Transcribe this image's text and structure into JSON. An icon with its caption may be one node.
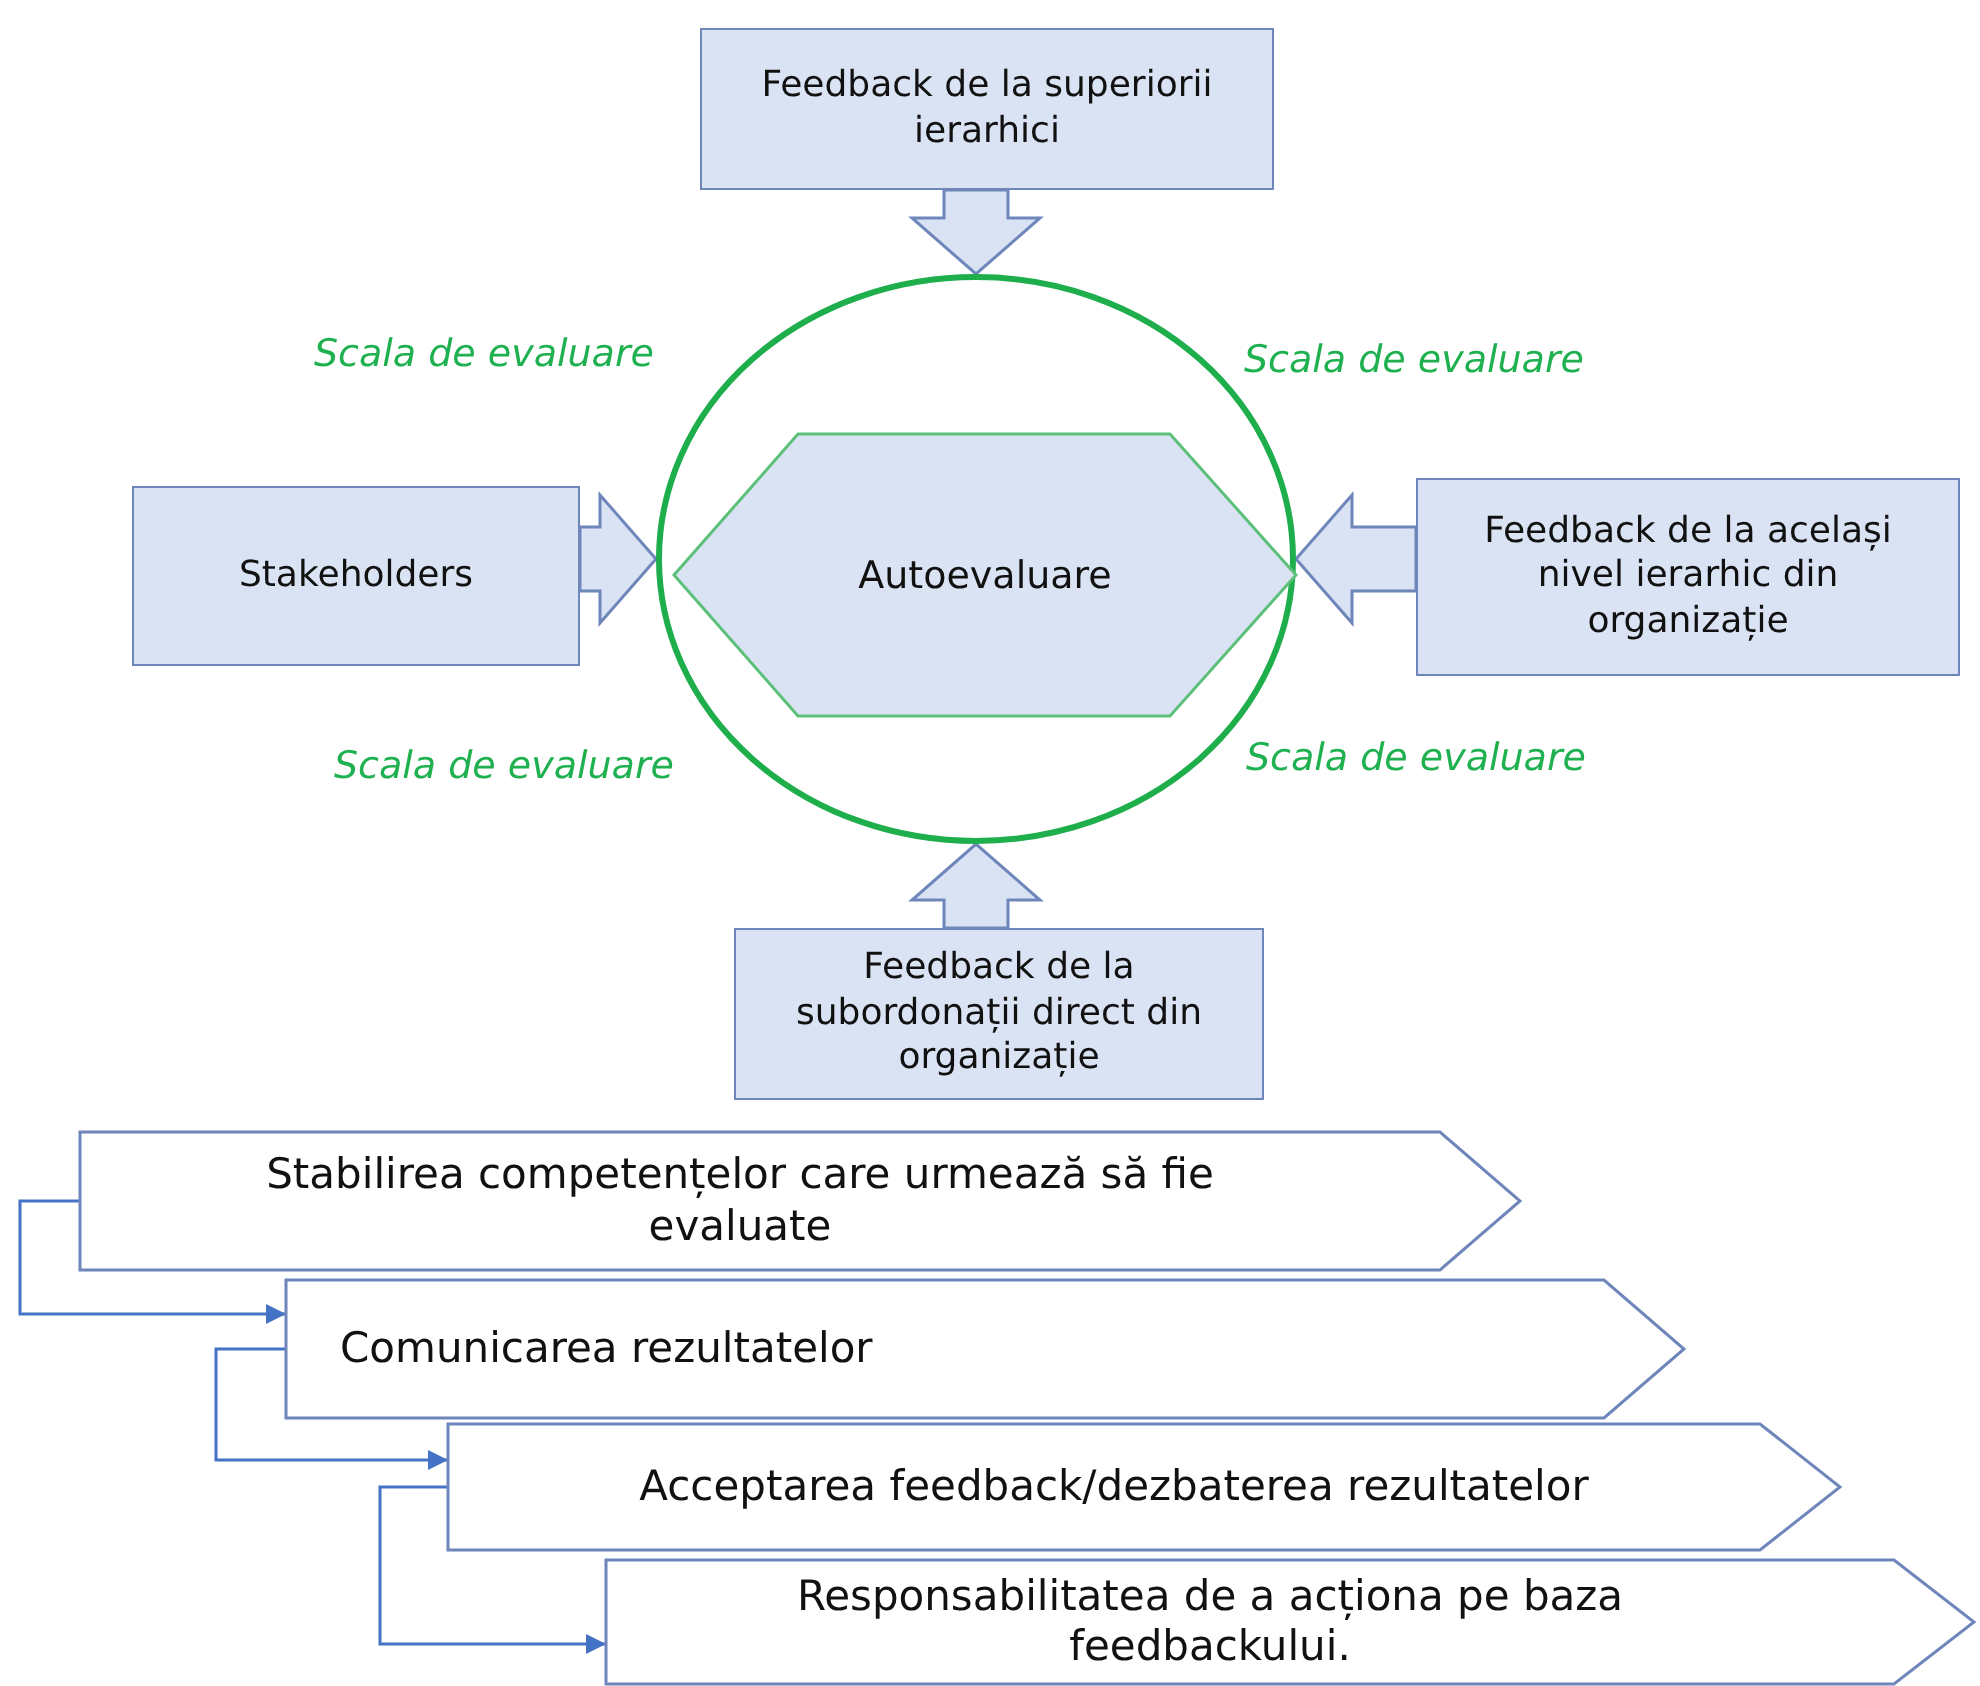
{
  "diagram": {
    "nodes": [
      {
        "text": [
          "Feedback de la superiorii ierarhici"
        ]
      },
      {
        "text": [
          "Stakeholders"
        ]
      },
      {
        "text": [],
        "shape": "circle"
      },
      {
        "text": [
          "Autoevaluare"
        ],
        "in": 2
      },
      {
        "text": [
          "Feedback de la același nivel ierarhic din organizație"
        ]
      },
      {
        "text": [
          "Feedback de la subordonații direct din organizație"
        ]
      },
      {
        "text": [
          "Stabilirea competențelor care urmează să fie evaluate"
        ]
      },
      {
        "text": [
          "Comunicarea rezultatelor"
        ]
      },
      {
        "text": [
          "Acceptarea feedback/dezbaterea rezultatelor"
        ]
      },
      {
        "text": [
          "Responsabilitatea de a acționa pe baza feedbackului."
        ]
      }
    ],
    "edges": [
      {
        "from": 0,
        "to": 2,
        "arrow": "to",
        "style": "thick"
      },
      {
        "from": 1,
        "to": 2,
        "arrow": "to",
        "style": "thick"
      },
      {
        "from": 4,
        "to": 2,
        "arrow": "to",
        "style": "thick"
      },
      {
        "from": 5,
        "to": 2,
        "arrow": "to",
        "style": "thick"
      },
      {
        "from": 6,
        "to": 7,
        "arrow": "to"
      },
      {
        "from": 7,
        "to": 8,
        "arrow": "to"
      },
      {
        "from": 8,
        "to": 9,
        "arrow": "to"
      }
    ],
    "labels": [
      "Scala de evaluare",
      "Scala de evaluare",
      "Scala de evaluare",
      "Scala de evaluare"
    ]
  }
}
